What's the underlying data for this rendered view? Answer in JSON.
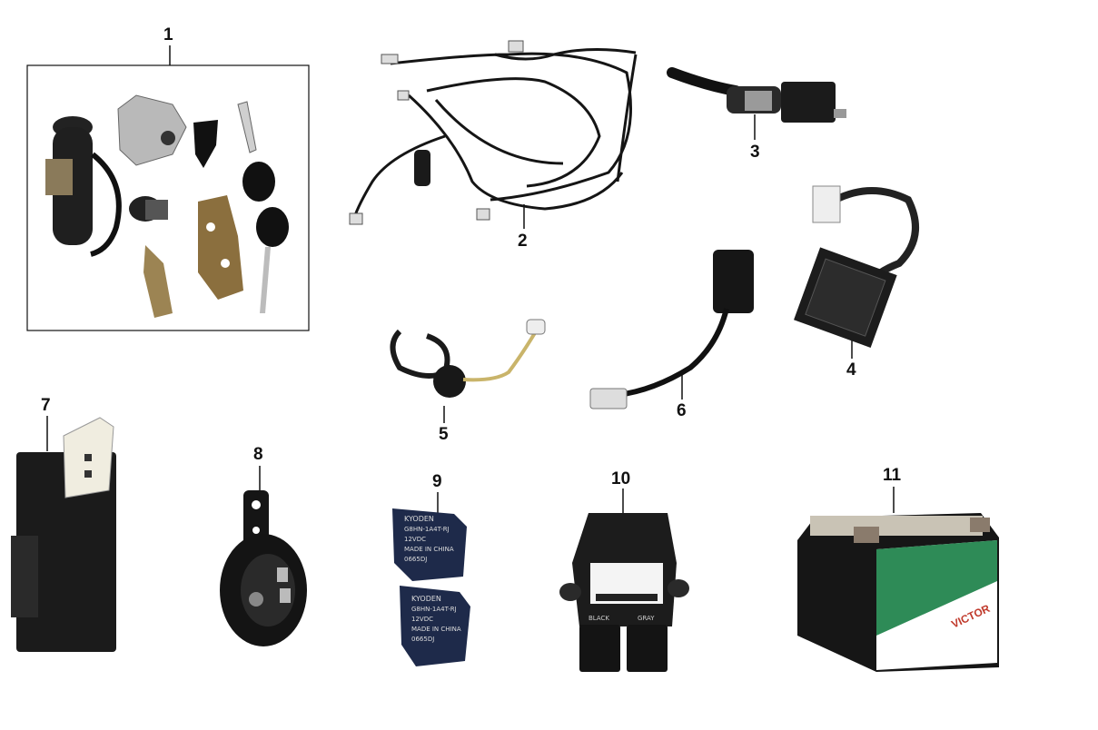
{
  "diagram": {
    "callouts": [
      "1",
      "2",
      "3",
      "4",
      "5",
      "6",
      "7",
      "8",
      "9",
      "10",
      "11"
    ],
    "relay_a": {
      "lines": [
        "KYODEN",
        "G8HN-1A4T-RJ",
        "12VDC",
        "MADE IN CHINA",
        "0665DJ"
      ]
    },
    "relay_b": {
      "lines": [
        "KYODEN",
        "G8HN-1A4T-RJ",
        "12VDC",
        "MADE IN CHINA",
        "0665DJ"
      ]
    },
    "battery_brand": "VICTOR",
    "cdi_labels": [
      "BLACK",
      "GRAY"
    ]
  },
  "colors": {
    "stroke": "#111111",
    "part_dark": "#1d1d1d",
    "relay_blue": "#1e2a4a",
    "battery_green": "#2e8b57"
  }
}
